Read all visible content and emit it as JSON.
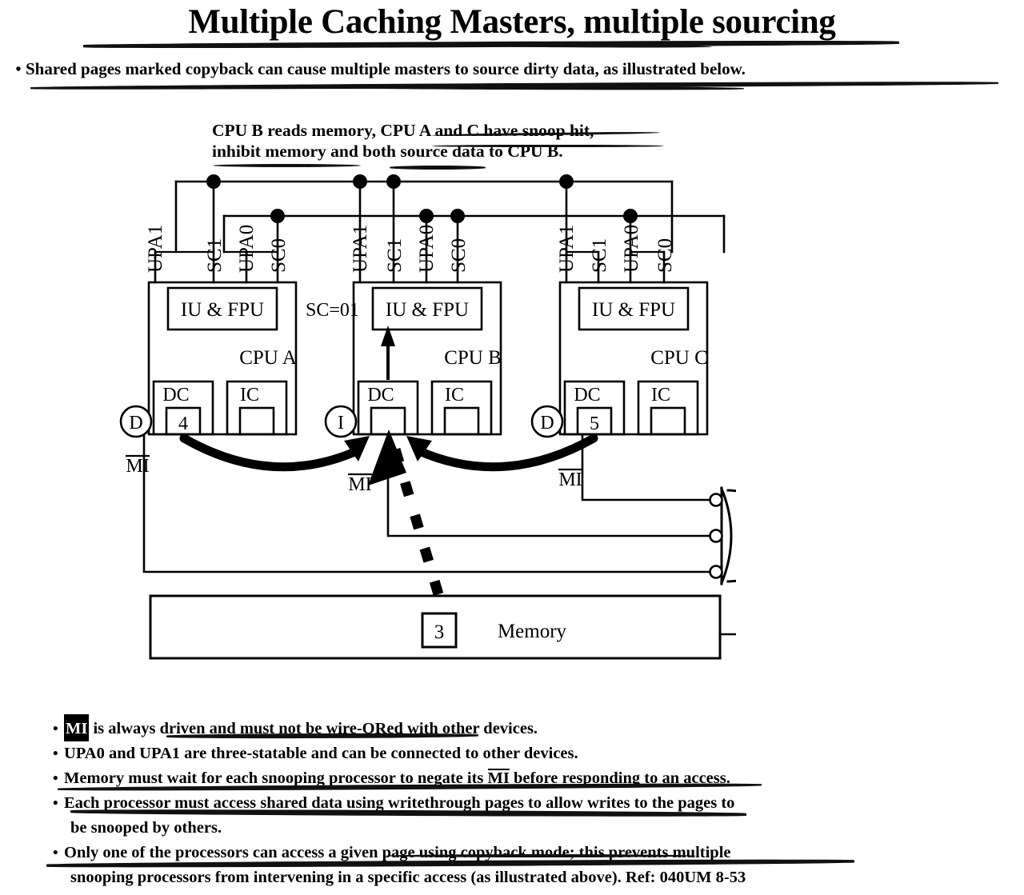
{
  "title": "Multiple Caching Masters, multiple sourcing",
  "lead_bullet": "Shared pages marked copyback can cause multiple masters to source dirty data, as illustrated below.",
  "bullet_glyph": "•",
  "diagram": {
    "caption_line1": "CPU B reads memory, CPU A and C have snoop hit,",
    "caption_line2": "inhibit memory and both source data to CPU B.",
    "sc_label": "SC=01",
    "memory_label": "Memory",
    "memory_marker": "3",
    "mi_label": "MI",
    "pin_labels": [
      "UPA1",
      "SC1",
      "UPA0",
      "SC0"
    ],
    "cpus": [
      {
        "name": "CPU A",
        "core_label": "IU & FPU",
        "dcache_label": "DC",
        "icache_label": "IC",
        "state": "D",
        "dcache_value": "4",
        "mi_label": "MI"
      },
      {
        "name": "CPU B",
        "core_label": "IU & FPU",
        "dcache_label": "DC",
        "icache_label": "IC",
        "state": "I",
        "dcache_value": "",
        "mi_label": "MI"
      },
      {
        "name": "CPU C",
        "core_label": "IU & FPU",
        "dcache_label": "DC",
        "icache_label": "IC",
        "state": "D",
        "dcache_value": "5",
        "mi_label": "MI"
      }
    ]
  },
  "notes": [
    {
      "prefix": "",
      "overbar": "MI",
      "text": " is always driven and must not be wire-ORed with other devices.",
      "continuation": ""
    },
    {
      "prefix": "UPA0 and UPA1 are three-statable and can be connected to other devices.",
      "overbar": "",
      "text": "",
      "continuation": ""
    },
    {
      "prefix": "Memory must wait for each snooping processor to negate its ",
      "overbar": "MI",
      "text": " before responding to an access.",
      "continuation": ""
    },
    {
      "prefix": "Each processor must access shared data using writethrough pages to allow writes to the pages to",
      "overbar": "",
      "text": "",
      "continuation": "be snooped by others."
    },
    {
      "prefix": "Only one of the processors can access a given page using copyback mode; this prevents multiple",
      "overbar": "",
      "text": "",
      "continuation": "snooping processors from intervening in a specific access (as illustrated above). Ref: 040UM 8-53"
    }
  ],
  "colors": {
    "ink": "#000000",
    "paper": "#ffffff"
  }
}
